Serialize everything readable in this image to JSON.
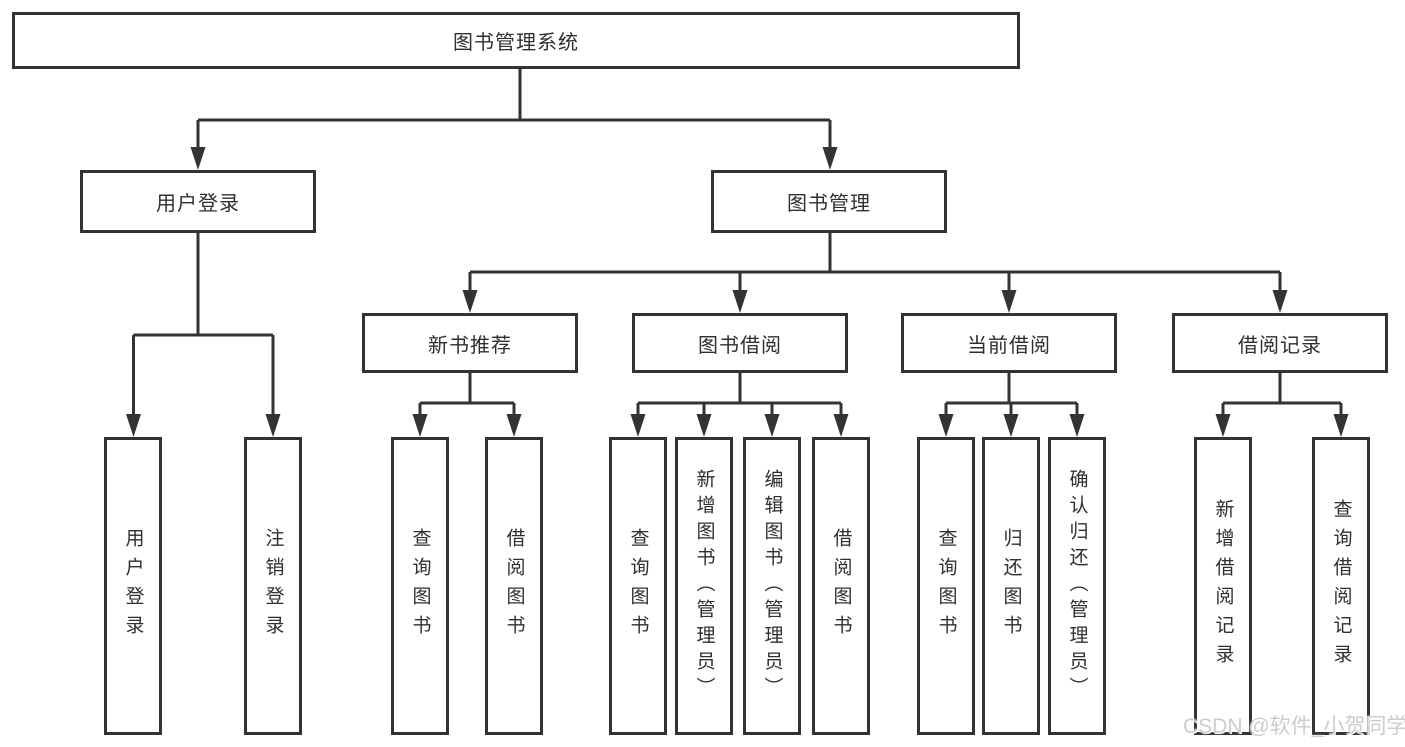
{
  "diagram": {
    "nodes": {
      "root": "图书管理系统",
      "user_login": "用户登录",
      "book_management": "图书管理",
      "new_book_recommend": "新书推荐",
      "book_borrowing": "图书借阅",
      "current_borrowing": "当前借阅",
      "borrowing_records": "借阅记录",
      "leaf_user_login": "用户登录",
      "leaf_logout_login": "注销登录",
      "leaf_query_books_a": "查询图书",
      "leaf_borrow_books_a": "借阅图书",
      "leaf_query_books_b": "查询图书",
      "leaf_add_books_admin": "新增图书（管理员）",
      "leaf_edit_books_admin": "编辑图书（管理员）",
      "leaf_borrow_books_b": "借阅图书",
      "leaf_query_books_c": "查询图书",
      "leaf_return_books": "归还图书",
      "leaf_confirm_return_admin": "确认归还（管理员）",
      "leaf_add_borrow_record": "新增借阅记录",
      "leaf_query_borrow_record": "查询借阅记录"
    },
    "watermark": "CSDN @软件_小贺同学",
    "colors": {
      "line": "#333333",
      "node_border": "#333333",
      "text": "#2f2f2f",
      "watermark": "#cccccc",
      "background": "#ffffff"
    }
  }
}
